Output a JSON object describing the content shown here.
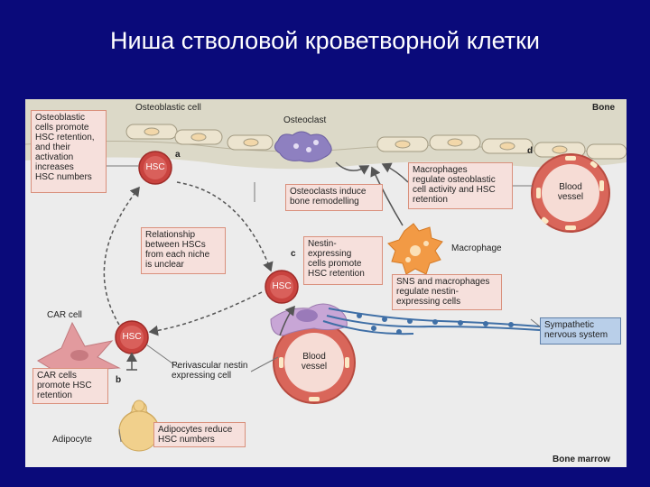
{
  "slide": {
    "title": "Ниша стволовой кроветворной клетки"
  },
  "labels": {
    "osteoblastic_cell": "Osteoblastic cell",
    "bone": "Bone",
    "osteoclast": "Osteoclast",
    "macrophage": "Macrophage",
    "car_cell": "CAR cell",
    "adipocyte": "Adipocyte",
    "perivascular": "Perivascular nestin\nexpressing cell",
    "bone_marrow": "Bone marrow",
    "hsc": "HSC",
    "blood_vessel": "Blood\nvessel",
    "panel_a": "a",
    "panel_b": "b",
    "panel_c": "c",
    "panel_d": "d"
  },
  "boxes": {
    "osteoblastic": "Osteoblastic\ncells promote\nHSC retention,\nand their\nactivation\nincreases\nHSC numbers",
    "osteoclasts": "Osteoclasts induce\nbone remodelling",
    "macrophages": "Macrophages\nregulate osteoblastic\ncell activity and HSC\nretention",
    "relationship": "Relationship\nbetween HSCs\nfrom each niche\nis unclear",
    "nestin": "Nestin-\nexpressing\ncells promote\nHSC retention",
    "sns": "SNS and macrophages\nregulate nestin-\nexpressing cells",
    "car": "CAR cells\npromote HSC\nretention",
    "adipocytes": "Adipocytes reduce\nHSC numbers",
    "sympathetic": "Sympathetic\nnervous system"
  },
  "colors": {
    "slide_bg": "#0a0a7a",
    "figure_bg": "#ececec",
    "bone": "#dcd9c8",
    "hsc": "#c9433f",
    "vessel": "#d9665a",
    "osteoclast": "#8e80c0",
    "macrophage": "#f29a45",
    "car_cell": "#e29a9e",
    "adipocyte": "#f1d08c",
    "nerve": "#3f6fa6"
  }
}
